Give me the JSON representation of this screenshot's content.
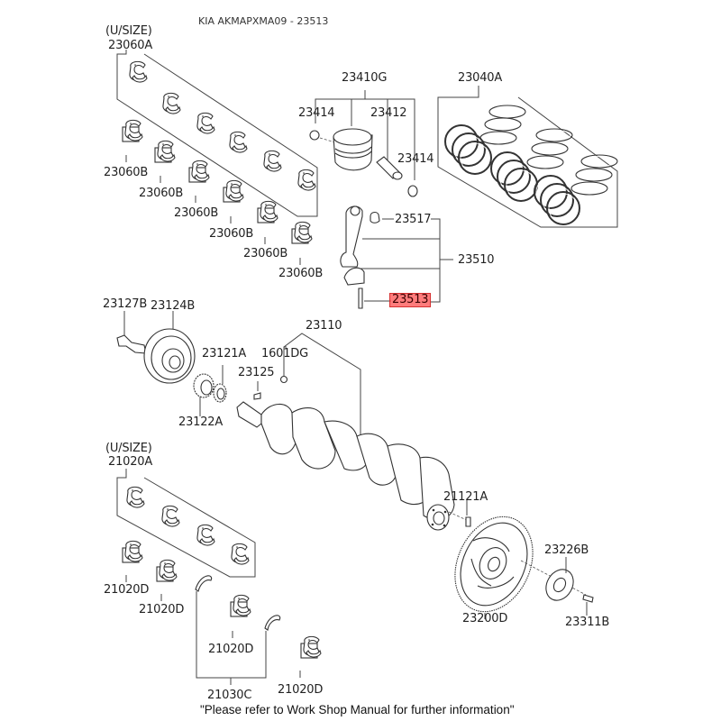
{
  "title": "KIA AKMAPXMA09 - 23513",
  "footer_note": "\"Please refer to Work Shop Manual for further information\"",
  "highlight_color": "#ff5050",
  "highlighted_part": "23513",
  "labels": {
    "usize_upper": "(U/SIZE)",
    "p23060A": "23060A",
    "p23060B_1": "23060B",
    "p23060B_2": "23060B",
    "p23060B_3": "23060B",
    "p23060B_4": "23060B",
    "p23060B_5": "23060B",
    "p23060B_6": "23060B",
    "p23410G": "23410G",
    "p23414_a": "23414",
    "p23412": "23412",
    "p23414_b": "23414",
    "p23040A": "23040A",
    "p23517": "23517",
    "p23510": "23510",
    "p23513": "23513",
    "p23127B": "23127B",
    "p23124B": "23124B",
    "p23121A": "23121A",
    "p1601DG": "1601DG",
    "p23125": "23125",
    "p23122A": "23122A",
    "p23110": "23110",
    "usize_lower": "(U/SIZE)",
    "p21020A": "21020A",
    "p21020D_1": "21020D",
    "p21020D_2": "21020D",
    "p21020D_3": "21020D",
    "p21020D_4": "21020D",
    "p21030C": "21030C",
    "p21121A": "21121A",
    "p23200D": "23200D",
    "p23226B": "23226B",
    "p23311B": "23311B"
  }
}
